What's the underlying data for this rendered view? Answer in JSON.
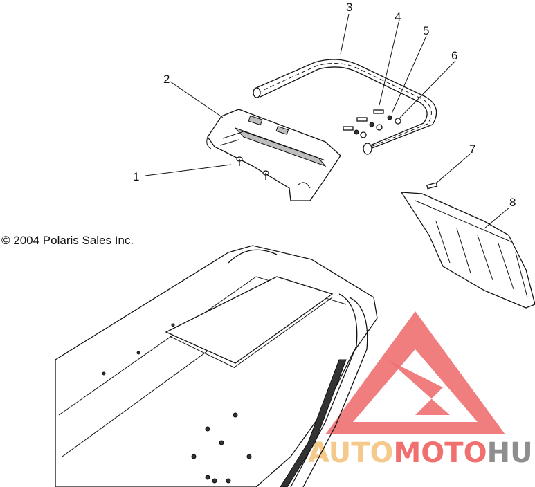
{
  "copyright": "© 2004 Polaris Sales Inc.",
  "callouts": [
    {
      "id": "1",
      "text": "1"
    },
    {
      "id": "2",
      "text": "2"
    },
    {
      "id": "3",
      "text": "3"
    },
    {
      "id": "4",
      "text": "4"
    },
    {
      "id": "5",
      "text": "5"
    },
    {
      "id": "6",
      "text": "6"
    },
    {
      "id": "7",
      "text": "7"
    },
    {
      "id": "8",
      "text": "8"
    }
  ],
  "watermark": {
    "word1": "AUTO",
    "word2": "MOTO",
    "word3": "HUB",
    "color_red": "#f07070",
    "color_orange": "#f5c98a",
    "color_gray": "#8e8e8e"
  }
}
